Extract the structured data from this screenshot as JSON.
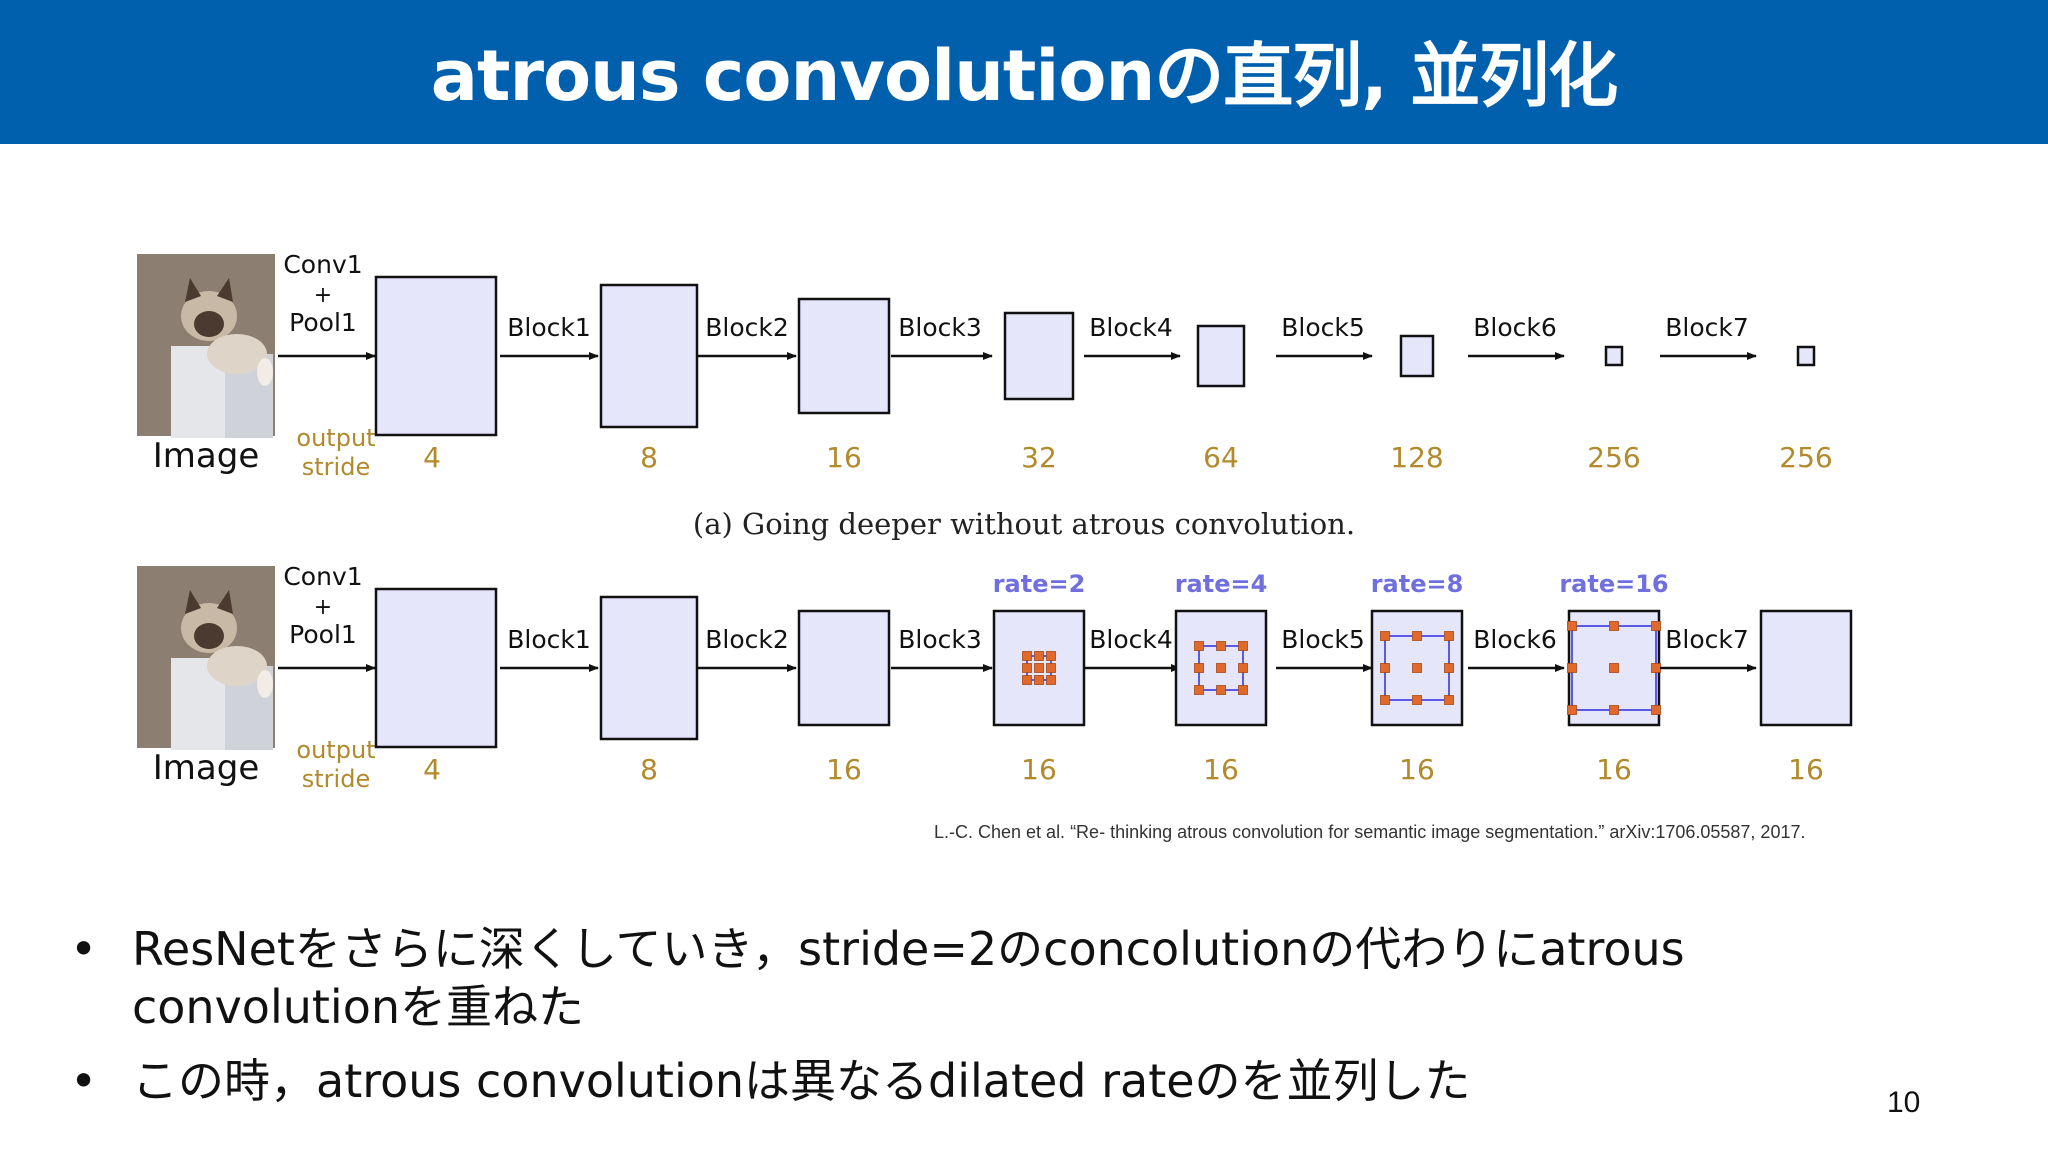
{
  "title": "atrous convolutionの直列, 並列化",
  "diagram": {
    "caption": "(a) Going deeper without atrous convolution.",
    "rows": [
      {
        "image_label": "Image",
        "stem_label_1": "Conv1",
        "stem_label_2": "+",
        "stem_label_3": "Pool1",
        "stride_label_1": "output",
        "stride_label_2": "stride",
        "blocks": [
          "Block1",
          "Block2",
          "Block3",
          "Block4",
          "Block5",
          "Block6",
          "Block7"
        ],
        "strides": [
          "4",
          "8",
          "16",
          "32",
          "64",
          "128",
          "256",
          "256"
        ],
        "rates": [
          "",
          "",
          "",
          "",
          "",
          "",
          "",
          ""
        ]
      },
      {
        "image_label": "Image",
        "stem_label_1": "Conv1",
        "stem_label_2": "+",
        "stem_label_3": "Pool1",
        "stride_label_1": "output",
        "stride_label_2": "stride",
        "blocks": [
          "Block1",
          "Block2",
          "Block3",
          "Block4",
          "Block5",
          "Block6",
          "Block7"
        ],
        "strides": [
          "4",
          "8",
          "16",
          "16",
          "16",
          "16",
          "16",
          "16"
        ],
        "rates": [
          "",
          "",
          "",
          "rate=2",
          "rate=4",
          "rate=8",
          "rate=16",
          ""
        ]
      }
    ],
    "colors": {
      "box_fill": "#e6e6fb",
      "rate_text": "#6f6fe0",
      "dot": "#e06a2c",
      "label_gold": "#b28a2c"
    }
  },
  "citation": "L.-C. Chen et al. “Re- thinking atrous convolution for semantic image segmentation.” arXiv:1706.05587, 2017.",
  "bullets": [
    {
      "marker": "•",
      "text": "ResNetをさらに深くしていき，stride=2のconcolutionの代わりにatrous convolutionを重ねた"
    },
    {
      "marker": "•",
      "text": "この時，atrous convolutionは異なるdilated rateのを並列した"
    }
  ],
  "page_number": "10"
}
